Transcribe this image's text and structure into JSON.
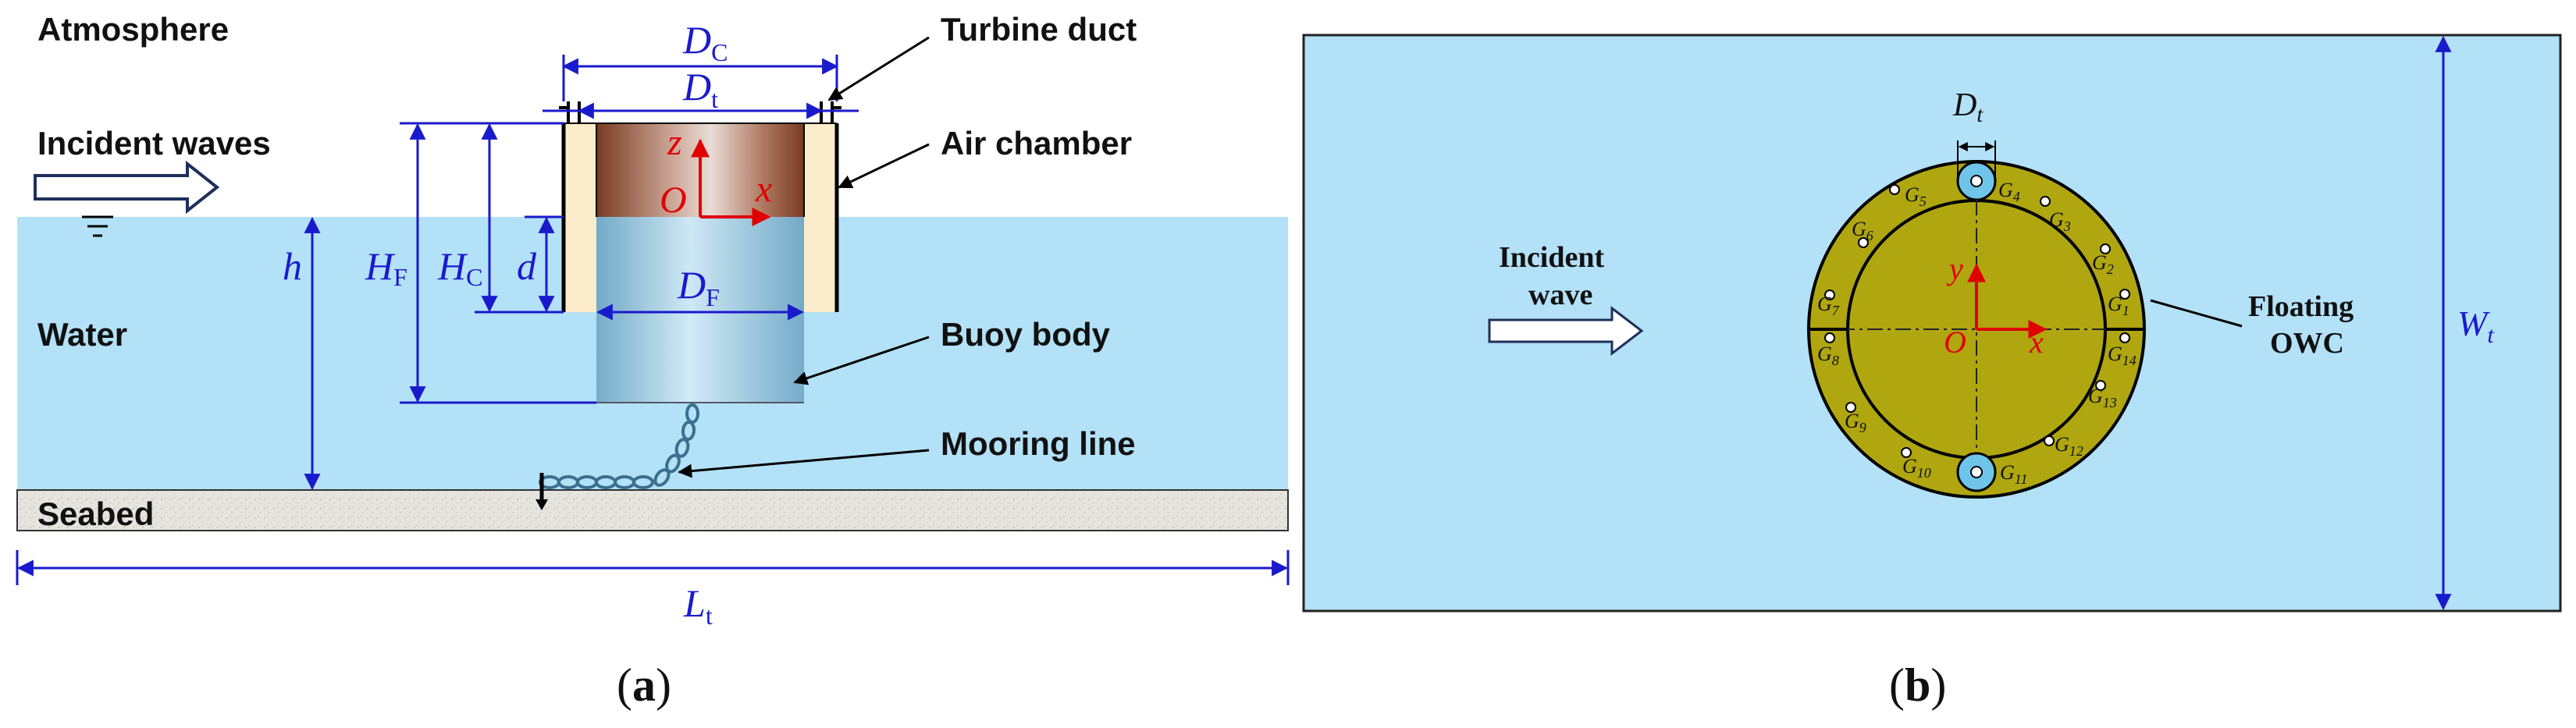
{
  "panel_a": {
    "labels": {
      "atmosphere": "Atmosphere",
      "incident_waves": "Incident waves",
      "water": "Water",
      "seabed": "Seabed",
      "turbine_duct": "Turbine duct",
      "air_chamber": "Air chamber",
      "buoy_body": "Buoy body",
      "mooring_line": "Mooring line"
    },
    "dimensions": {
      "dc": {
        "main": "D",
        "sub": "C"
      },
      "dt": {
        "main": "D",
        "sub": "t"
      },
      "df": {
        "main": "D",
        "sub": "F"
      },
      "h": {
        "main": "h"
      },
      "hf": {
        "main": "H",
        "sub": "F"
      },
      "hc": {
        "main": "H",
        "sub": "C"
      },
      "d": {
        "main": "d"
      },
      "lt": {
        "main": "L",
        "sub": "t"
      }
    },
    "axes": {
      "z": "z",
      "x": "x",
      "origin": "O"
    },
    "caption": {
      "open": "(",
      "letter": "a",
      "close": ")"
    }
  },
  "panel_b": {
    "labels": {
      "incident_wave_line1": "Incident",
      "incident_wave_line2": "wave",
      "floating_owc_line1": "Floating",
      "floating_owc_line2": "OWC"
    },
    "dimensions": {
      "dt": {
        "main": "D",
        "sub": "t"
      },
      "wt": {
        "main": "W",
        "sub": "t"
      }
    },
    "axes": {
      "y": "y",
      "x": "x",
      "origin": "O"
    },
    "gauges": [
      {
        "main": "G",
        "sub": "1"
      },
      {
        "main": "G",
        "sub": "2"
      },
      {
        "main": "G",
        "sub": "3"
      },
      {
        "main": "G",
        "sub": "4"
      },
      {
        "main": "G",
        "sub": "5"
      },
      {
        "main": "G",
        "sub": "6"
      },
      {
        "main": "G",
        "sub": "7"
      },
      {
        "main": "G",
        "sub": "8"
      },
      {
        "main": "G",
        "sub": "9"
      },
      {
        "main": "G",
        "sub": "10"
      },
      {
        "main": "G",
        "sub": "11"
      },
      {
        "main": "G",
        "sub": "12"
      },
      {
        "main": "G",
        "sub": "13"
      },
      {
        "main": "G",
        "sub": "14"
      }
    ],
    "caption": {
      "open": "(",
      "letter": "b",
      "close": ")"
    }
  },
  "colors": {
    "water": "#b3e1f7",
    "seabed": "#e6e4df",
    "chamber_wall": "#fbeccb",
    "air_top": "#8a4a30",
    "buoy": "#8ec1dc",
    "owc_ring": "#b0a610",
    "dimension_blue": "#1a1acd",
    "axis_red": "#e00000"
  }
}
